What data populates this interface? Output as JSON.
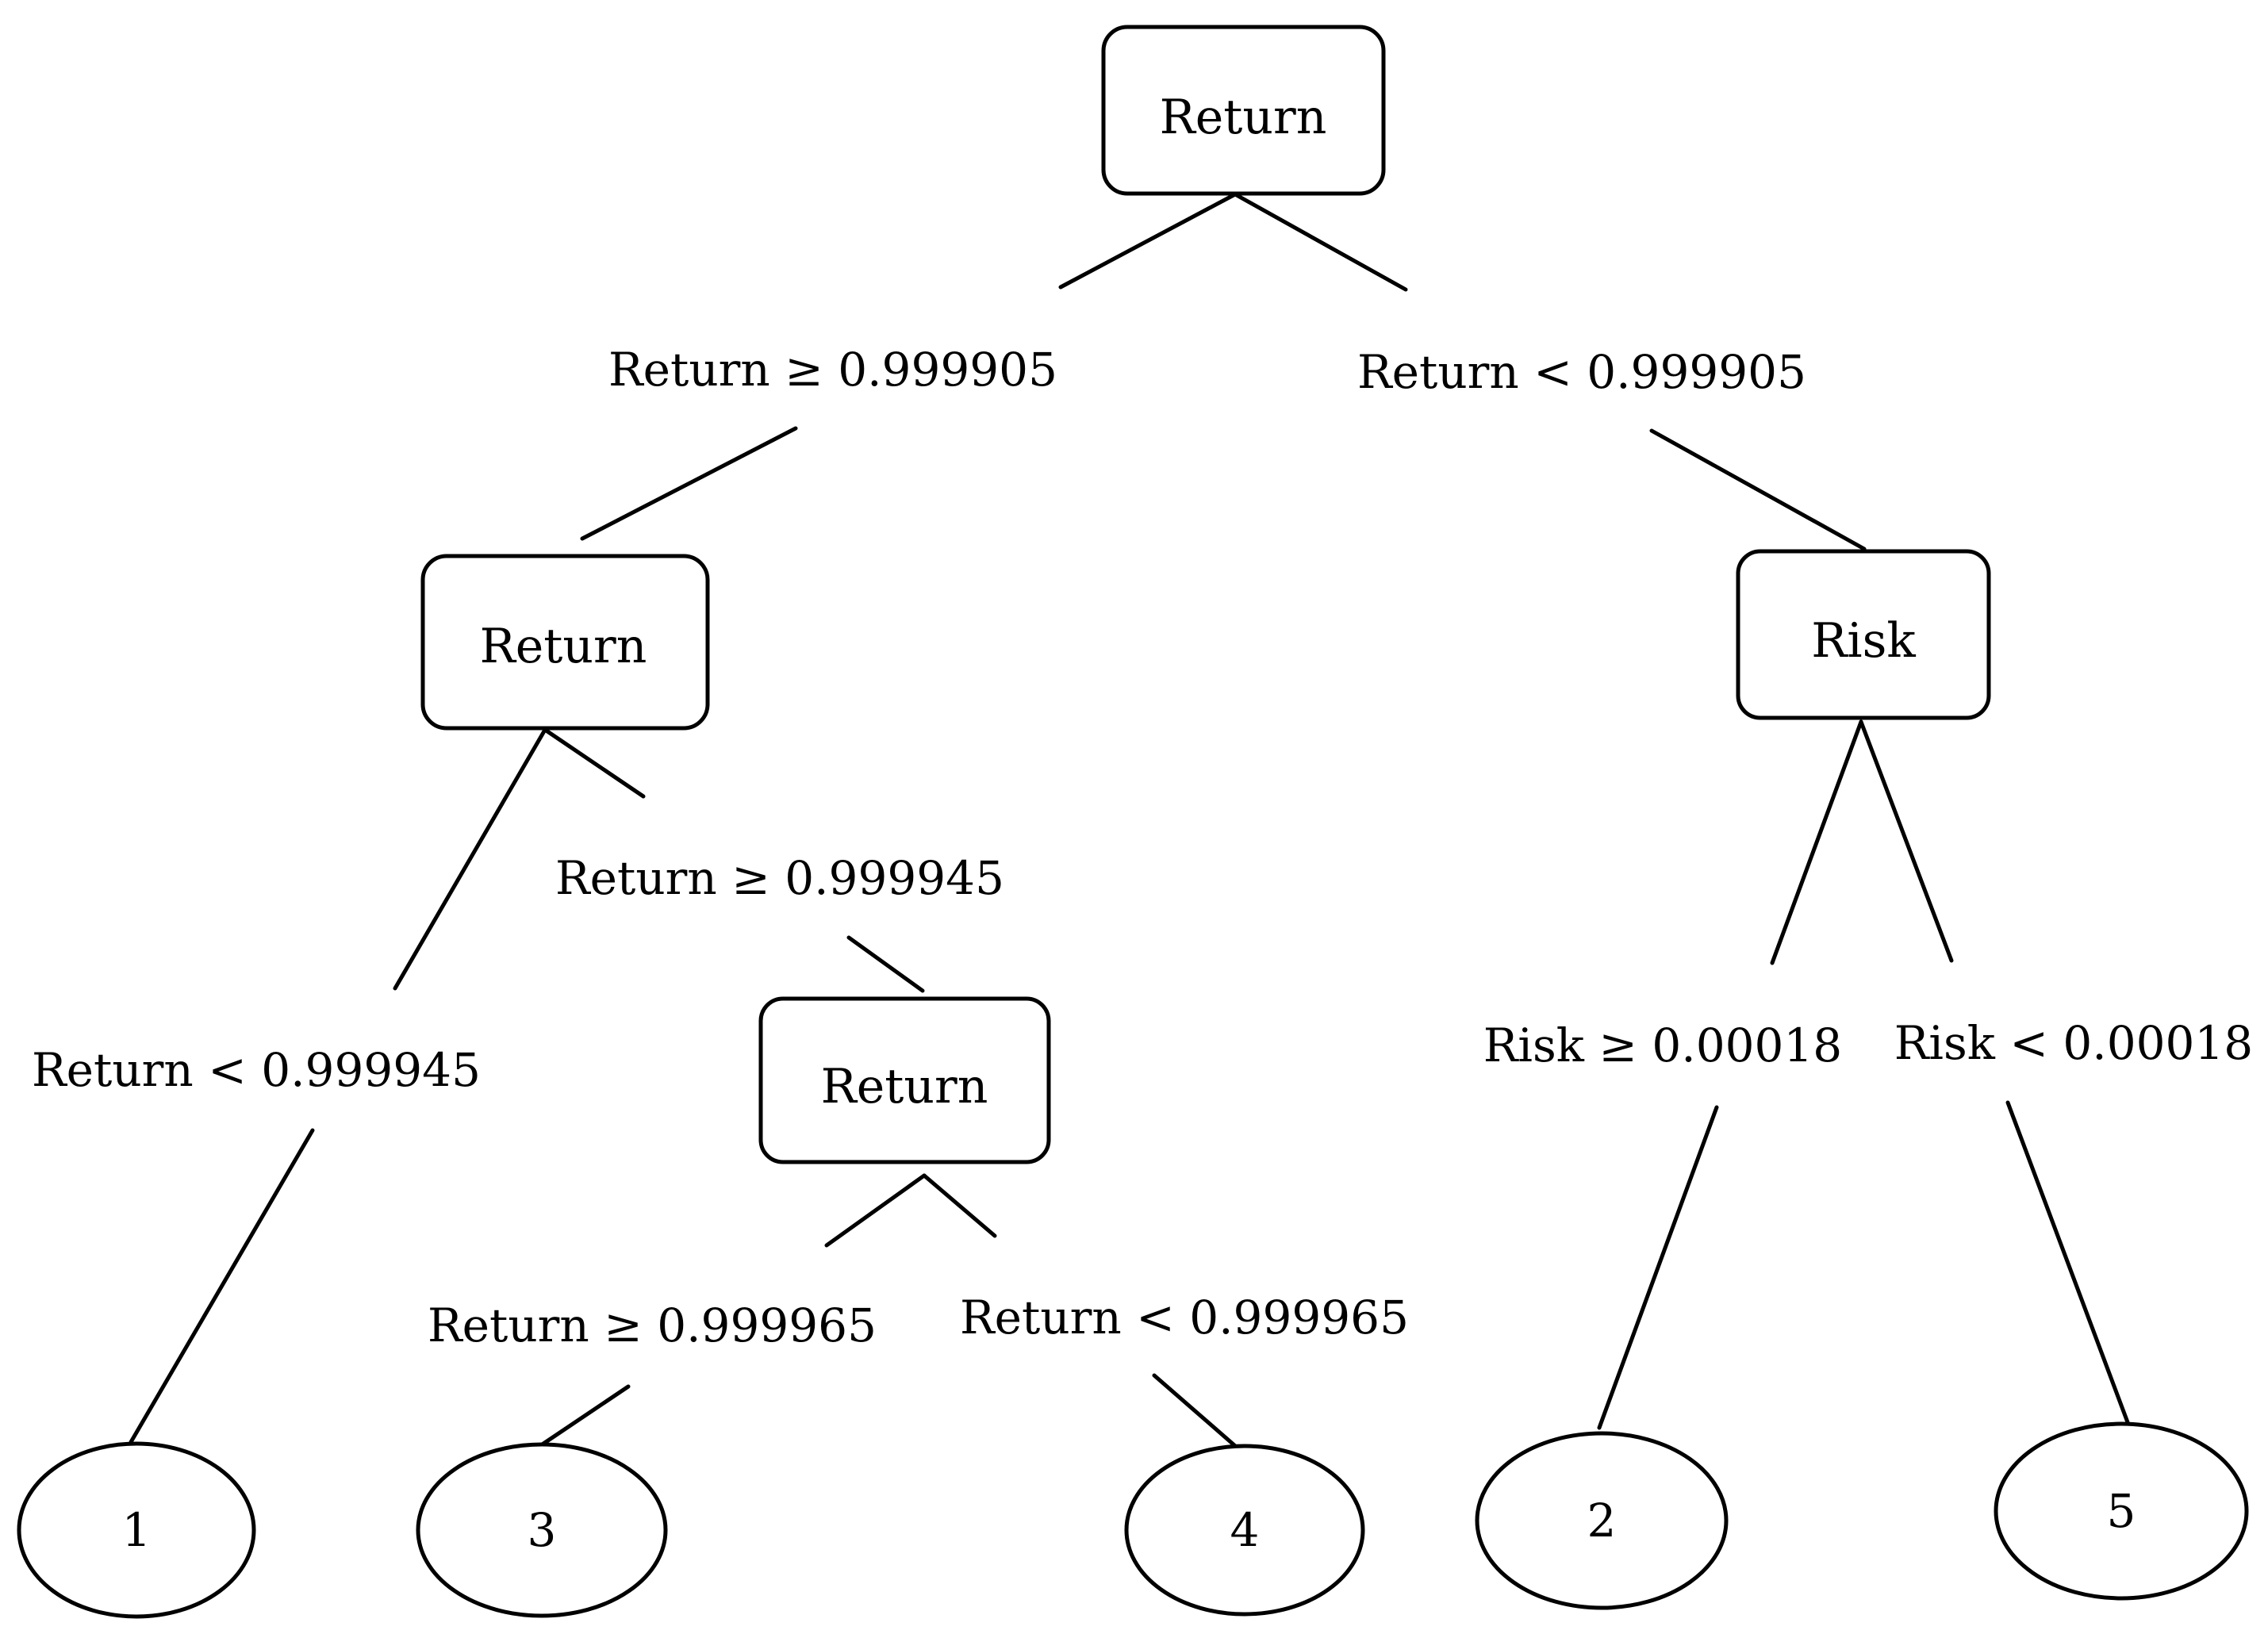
{
  "nodes": {
    "root": "Return",
    "left": "Return",
    "right": "Risk",
    "left_right": "Return"
  },
  "leaves": {
    "leaf_1": "1",
    "leaf_3": "3",
    "leaf_4": "4",
    "leaf_2": "2",
    "leaf_5": "5"
  },
  "edges": {
    "root_left": "Return ≥ 0.999905",
    "root_right": "Return < 0.999905",
    "left_right": "Return ≥ 0.999945",
    "left_left": "Return < 0.999945",
    "right_left": "Risk ≥ 0.00018",
    "right_right": "Risk < 0.00018",
    "lr_left": "Return ≥ 0.999965",
    "lr_right": "Return < 0.999965"
  },
  "colors": {
    "stroke": "#000000",
    "background": "#ffffff"
  }
}
